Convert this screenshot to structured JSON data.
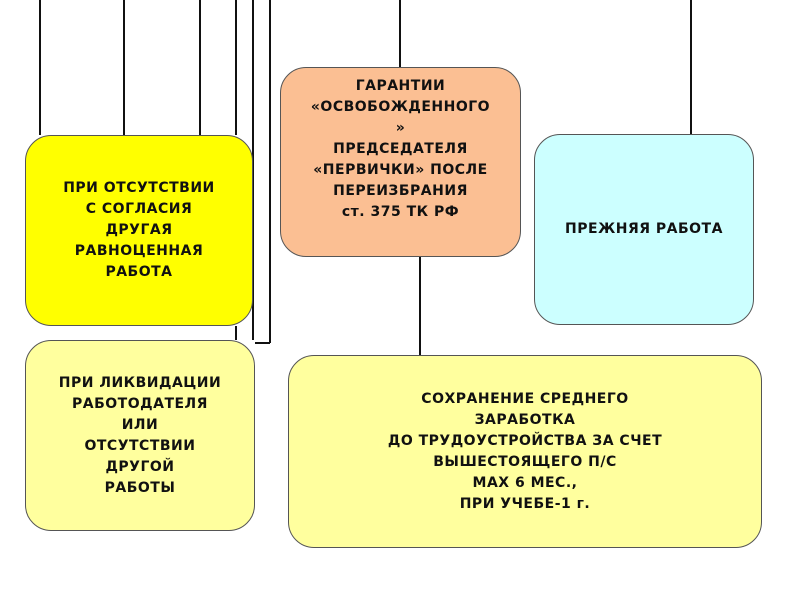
{
  "colors": {
    "line": "#111111",
    "border": "#555555",
    "text": "#111111",
    "salmon": "#fbbf93",
    "yellow": "#ffff00",
    "light_yellow": "#ffff9e",
    "light_cyan": "#ccffff"
  },
  "boxes": {
    "guarantees": {
      "text": "ГАРАНТИИ\n«ОСВОБОЖДЕННОГО\n»\nПРЕДСЕДАТЕЛЯ\n«ПЕРВИЧКИ» ПОСЛЕ\nПЕРЕИЗБРАНИЯ\nст. 375 ТК РФ"
    },
    "equivalent_work": {
      "text": "ПРИ ОТСУТСТВИИ\nС СОГЛАСИЯ\nДРУГАЯ\nРАВНОЦЕННАЯ\nРАБОТА"
    },
    "former_job": {
      "text": "ПРЕЖНЯЯ РАБОТА"
    },
    "liquidation": {
      "text": "ПРИ ЛИКВИДАЦИИ\nРАБОТОДАТЕЛЯ\nИЛИ\nОТСУТСТВИИ\nДРУГОЙ\nРАБОТЫ"
    },
    "average_wage": {
      "text": "СОХРАНЕНИЕ СРЕДНЕГО\nЗАРАБОТКА\nДО ТРУДОУСТРОЙСТВА ЗА СЧЕТ\nВЫШЕСТОЯЩЕГО П/С\nМАХ 6 МЕС.,\nПРИ УЧЕБЕ-1 г."
    }
  }
}
